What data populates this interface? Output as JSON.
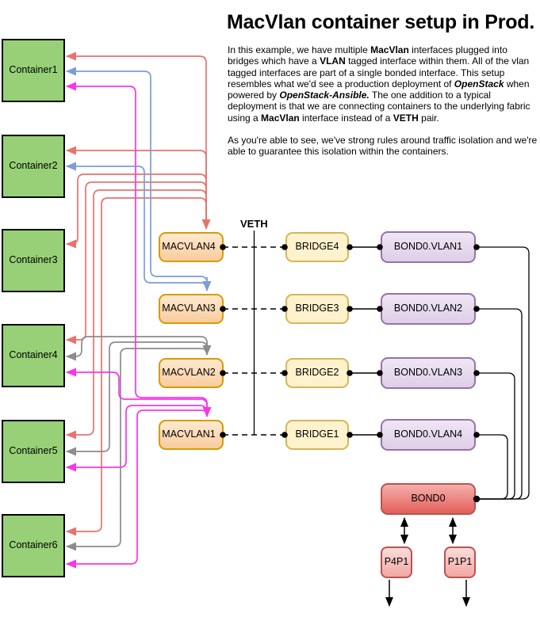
{
  "title": "MacVlan container setup in Prod.",
  "description": {
    "para1": [
      {
        "t": "In this example, we have multiple "
      },
      {
        "t": "MacVlan",
        "b": 1
      },
      {
        "t": " interfaces plugged into bridges which have a "
      },
      {
        "t": "VLAN",
        "b": 1
      },
      {
        "t": " tagged interface within them. All of the vlan tagged interfaces are part of a single bonded interface. This setup resembles what we'd see a production deployment of "
      },
      {
        "t": "OpenStack",
        "b": 1,
        "i": 1
      },
      {
        "t": " when powered by "
      },
      {
        "t": "OpenStack-Ansible.",
        "b": 1,
        "i": 1
      },
      {
        "t": " The one addition to a typical deployment is that we are connecting containers to the underlying fabric using a "
      },
      {
        "t": "MacVlan",
        "b": 1
      },
      {
        "t": " interface instead of a "
      },
      {
        "t": "VETH",
        "b": 1
      },
      {
        "t": " pair."
      }
    ],
    "para2": "As you're able to see, we've strong rules around traffic isolation and we're able to guarantee this isolation within the containers."
  },
  "veth_label": "VETH",
  "containers": [
    {
      "label": "Container1"
    },
    {
      "label": "Container2"
    },
    {
      "label": "Container3"
    },
    {
      "label": "Container4"
    },
    {
      "label": "Container5"
    },
    {
      "label": "Container6"
    }
  ],
  "macvlans": [
    {
      "label": "MACVLAN4"
    },
    {
      "label": "MACVLAN3"
    },
    {
      "label": "MACVLAN2"
    },
    {
      "label": "MACVLAN1"
    }
  ],
  "bridges": [
    {
      "label": "BRIDGE4"
    },
    {
      "label": "BRIDGE3"
    },
    {
      "label": "BRIDGE2"
    },
    {
      "label": "BRIDGE1"
    }
  ],
  "vlans": [
    {
      "label": "BOND0.VLAN1"
    },
    {
      "label": "BOND0.VLAN2"
    },
    {
      "label": "BOND0.VLAN3"
    },
    {
      "label": "BOND0.VLAN4"
    }
  ],
  "bond_label": "BOND0",
  "nics": [
    {
      "label": "P4P1"
    },
    {
      "label": "P1P1"
    }
  ],
  "colors": {
    "container_fill": "#97D077",
    "container_border": "#000000",
    "macvlan_fill_top": "#FFE9CF",
    "macvlan_fill_bottom": "#F8CC9E",
    "macvlan_border": "#D79B00",
    "bridge_fill": "#FFF2CC",
    "bridge_border": "#D6B656",
    "vlan_fill_top": "#EFE6F4",
    "vlan_fill_bottom": "#DECEE7",
    "vlan_border": "#9673A6",
    "bond_fill_top": "#F5AFAB",
    "bond_fill_bottom": "#E35F5B",
    "bond_border": "#B85450",
    "nic_fill_top": "#FADCDB",
    "nic_fill_bottom": "#F2A7A3",
    "nic_border": "#B85450",
    "link_red": "#E8736C",
    "link_blue": "#7B9DD8",
    "link_gray": "#8C8C8C",
    "link_magenta": "#F935E8",
    "line_black": "#000000"
  }
}
